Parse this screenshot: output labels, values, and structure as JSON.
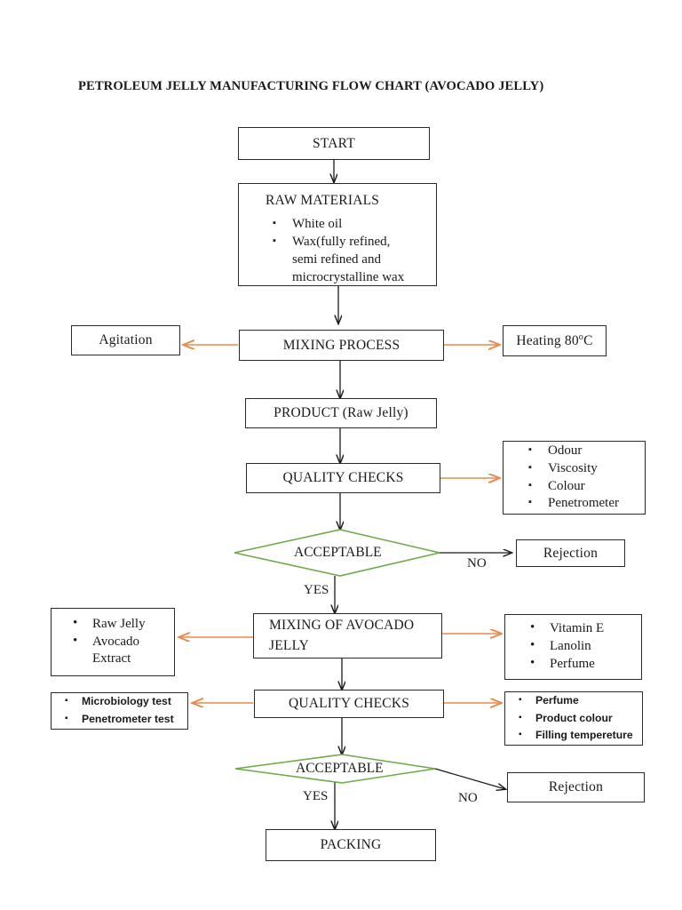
{
  "title": "PETROLEUM JELLY MANUFACTURING FLOW CHART (AVOCADO JELLY)",
  "colors": {
    "box_border": "#2b2b2b",
    "diamond_border": "#6fa94c",
    "orange_arrow": "#e8894e",
    "black_arrow": "#1a1a1a",
    "background": "#ffffff"
  },
  "nodes": {
    "start": {
      "label": "START"
    },
    "raw_materials": {
      "label": "RAW MATERIALS",
      "bullet": "square",
      "items": [
        "White oil",
        "Wax(fully refined,\nsemi refined and\nmicrocrystalline wax"
      ]
    },
    "agitation": {
      "label": "Agitation"
    },
    "mixing_process": {
      "label": "MIXING PROCESS"
    },
    "heating": {
      "label": "Heating 80",
      "degree": "o",
      "unit": "C"
    },
    "product_raw_jelly": {
      "label": "PRODUCT (Raw Jelly)"
    },
    "quality_checks_1": {
      "label": "QUALITY CHECKS"
    },
    "quality_params_1": {
      "bullet": "square",
      "items": [
        "Odour",
        "Viscosity",
        "Colour",
        "Penetrometer"
      ]
    },
    "acceptable_1": {
      "label": "ACCEPTABLE"
    },
    "rejection_1": {
      "label": "Rejection"
    },
    "inputs_avocado": {
      "bullet": "round",
      "items": [
        "Raw Jelly",
        "Avocado\nExtract"
      ]
    },
    "mixing_avocado": {
      "label": "MIXING OF AVOCADO\nJELLY"
    },
    "additives_avocado": {
      "bullet": "round",
      "items": [
        "Vitamin E",
        "Lanolin",
        "Perfume"
      ]
    },
    "quality_tests_left": {
      "bullet": "square",
      "items": [
        "Microbiology test",
        "Penetrometer test"
      ]
    },
    "quality_checks_2": {
      "label": "QUALITY CHECKS"
    },
    "quality_params_2": {
      "bullet": "square",
      "items": [
        "Perfume",
        "Product colour",
        "Filling tempereture"
      ]
    },
    "acceptable_2": {
      "label": "ACCEPTABLE"
    },
    "rejection_2": {
      "label": "Rejection"
    },
    "packing": {
      "label": "PACKING"
    }
  },
  "edge_labels": {
    "yes_1": "YES",
    "no_1": "NO",
    "yes_2": "YES",
    "no_2": "NO"
  },
  "chart_data": {
    "type": "diagram",
    "diagram_kind": "flowchart",
    "title": "PETROLEUM JELLY MANUFACTURING FLOW CHART (AVOCADO JELLY)",
    "flow": [
      "START",
      "RAW MATERIALS",
      "MIXING PROCESS",
      "PRODUCT (Raw Jelly)",
      "QUALITY CHECKS",
      "ACCEPTABLE",
      "MIXING OF AVOCADO JELLY",
      "QUALITY CHECKS",
      "ACCEPTABLE",
      "PACKING"
    ],
    "branches": [
      {
        "from": "ACCEPTABLE",
        "label": "NO",
        "to": "Rejection"
      },
      {
        "from": "ACCEPTABLE",
        "label": "YES",
        "to": "MIXING OF AVOCADO JELLY"
      },
      {
        "from": "ACCEPTABLE",
        "label": "NO",
        "to": "Rejection"
      },
      {
        "from": "ACCEPTABLE",
        "label": "YES",
        "to": "PACKING"
      }
    ],
    "side_annotations": [
      {
        "node": "MIXING PROCESS",
        "side": "left",
        "text": "Agitation"
      },
      {
        "node": "MIXING PROCESS",
        "side": "right",
        "text": "Heating 80oC"
      },
      {
        "node": "QUALITY CHECKS",
        "side": "right",
        "text": "Odour; Viscosity; Colour; Penetrometer"
      },
      {
        "node": "MIXING OF AVOCADO JELLY",
        "side": "left",
        "text": "Raw Jelly; Avocado Extract"
      },
      {
        "node": "MIXING OF AVOCADO JELLY",
        "side": "right",
        "text": "Vitamin E; Lanolin; Perfume"
      },
      {
        "node": "QUALITY CHECKS",
        "side": "left",
        "text": "Microbiology test; Penetrometer test"
      },
      {
        "node": "QUALITY CHECKS",
        "side": "right",
        "text": "Perfume; Product colour; Filling tempereture"
      }
    ]
  }
}
